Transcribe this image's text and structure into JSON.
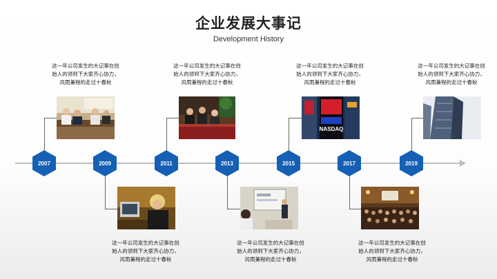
{
  "header": {
    "title": "企业发展大事记",
    "subtitle": "Development History"
  },
  "timeline": {
    "years": [
      "2007",
      "2009",
      "2011",
      "2013",
      "2015",
      "2017",
      "2019"
    ],
    "accent_color": "#1560b4",
    "axis_color": "#bdbdbd"
  },
  "events": [
    {
      "year": "2007",
      "position": "top",
      "lines": [
        "这一年公司发生的大记事在创",
        "始人的领到下大家齐心协力，",
        "风雨兼程的走过十春秋"
      ],
      "image": "business-meeting-photo"
    },
    {
      "year": "2009",
      "position": "bottom",
      "lines": [
        "这一年公司发生的大记事在创",
        "始人的领到下大家齐心协力，",
        "风雨兼程的走过十春秋"
      ],
      "image": "woman-at-computer-photo"
    },
    {
      "year": "2011",
      "position": "top",
      "lines": [
        "这一年公司发生的大记事在创",
        "始人的领到下大家齐心协力，",
        "风雨兼程的走过十春秋"
      ],
      "image": "boardroom-photo"
    },
    {
      "year": "2013",
      "position": "bottom",
      "lines": [
        "这一年公司发生的大记事在创",
        "始人的领到下大家齐心协力，",
        "风雨兼程的走过十春秋"
      ],
      "image": "presentation-photo"
    },
    {
      "year": "2015",
      "position": "top",
      "lines": [
        "这一年公司发生的大记事在创",
        "始人的领到下大家齐心协力，",
        "风雨兼程的走过十春秋"
      ],
      "image": "nasdaq-tower-photo"
    },
    {
      "year": "2017",
      "position": "bottom",
      "lines": [
        "这一年公司发生的大记事在创",
        "始人的领到下大家齐心协力，",
        "风雨兼程的走过十春秋"
      ],
      "image": "conference-hall-photo"
    },
    {
      "year": "2019",
      "position": "top",
      "lines": [
        "这一年公司发生的大记事在创",
        "始人的领到下大家齐心协力，",
        "风雨兼程的走过十春秋"
      ],
      "image": "skyscraper-photo"
    }
  ],
  "photo_text": {
    "nasdaq_sign": "NASDAQ"
  }
}
